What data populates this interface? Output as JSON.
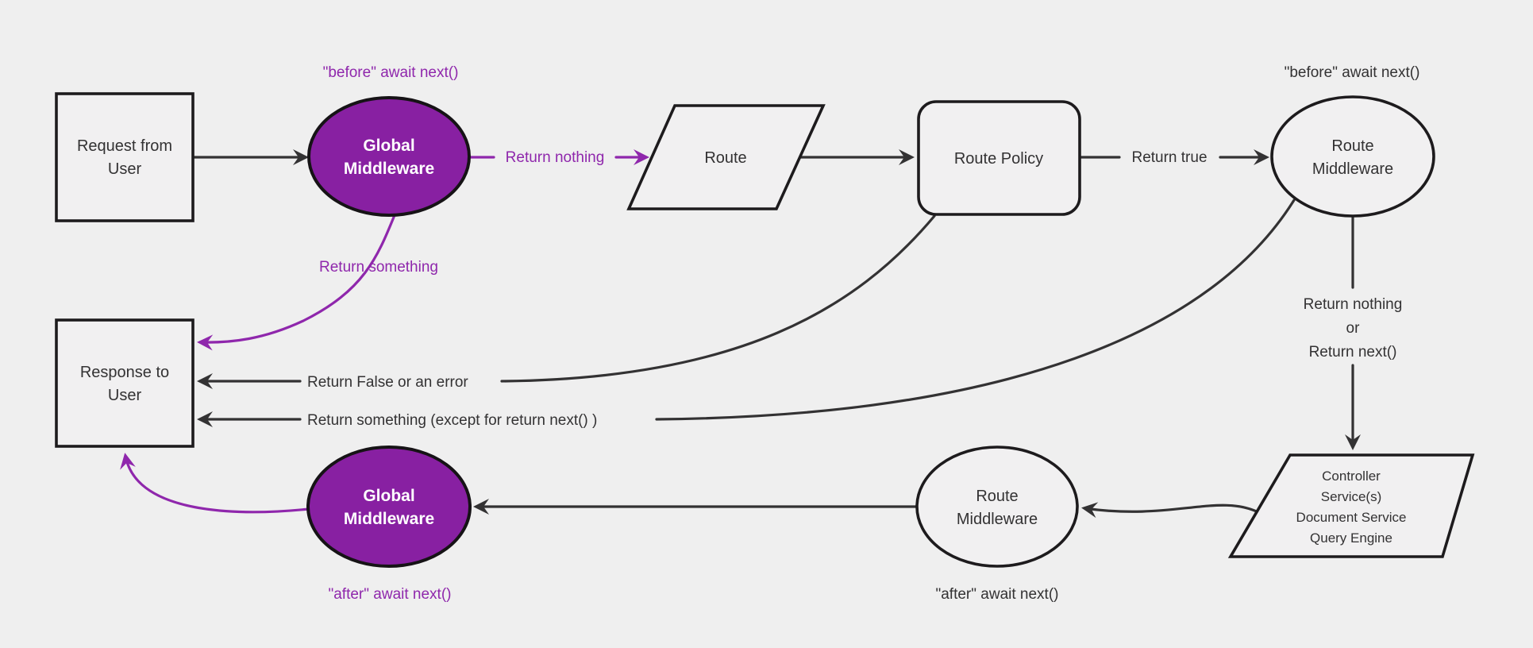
{
  "colors": {
    "background": "#efefef",
    "node_fill": "#f1f0f1",
    "node_purple_fill": "#8820a2",
    "stroke_dark": "#1d1b1d",
    "edge_black": "#333233",
    "accent_purple": "#8f27ac",
    "text_white": "#ffffff"
  },
  "nodes": {
    "request": {
      "line1": "Request from",
      "line2": "User"
    },
    "global_middleware_top": {
      "line1": "Global",
      "line2": "Middleware"
    },
    "route": {
      "label": "Route"
    },
    "route_policy": {
      "label": "Route Policy"
    },
    "route_middleware_top": {
      "line1": "Route",
      "line2": "Middleware"
    },
    "services": {
      "line1": "Controller",
      "line2": "Service(s)",
      "line3": "Document Service",
      "line4": "Query Engine"
    },
    "route_middleware_bottom": {
      "line1": "Route",
      "line2": "Middleware"
    },
    "global_middleware_bottom": {
      "line1": "Global",
      "line2": "Middleware"
    },
    "response": {
      "line1": "Response to",
      "line2": "User"
    }
  },
  "labels": {
    "before_await_global": "\"before\" await next()",
    "return_nothing": "Return nothing",
    "return_true": "Return true",
    "before_await_route": "\"before\" await next()",
    "return_nothing_or_line1": "Return nothing",
    "return_nothing_or_line2": "or",
    "return_nothing_or_line3": "Return next()",
    "return_something": "Return something",
    "return_false_or_error": "Return False or an error",
    "return_something_except": "Return something (except for return next() )",
    "after_await_route": "\"after\" await next()",
    "after_await_global": "\"after\" await next()"
  }
}
